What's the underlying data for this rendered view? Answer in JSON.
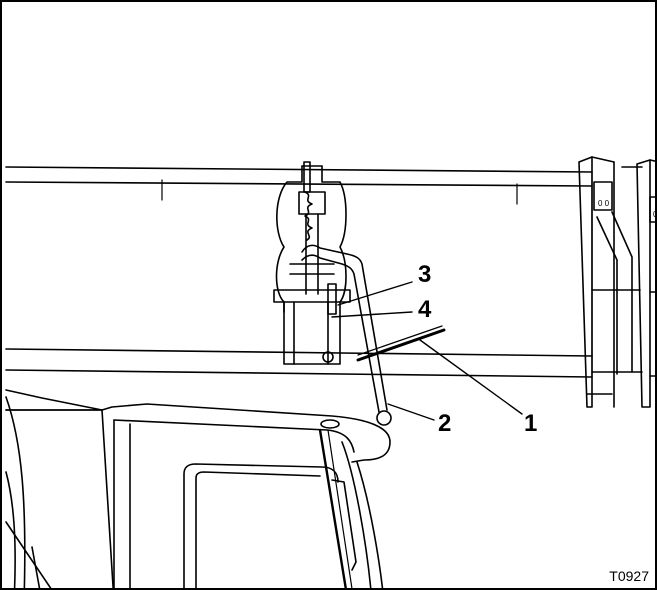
{
  "figure": {
    "code": "T0927",
    "callouts": [
      {
        "id": "c1",
        "text": "1"
      },
      {
        "id": "c2",
        "text": "2"
      },
      {
        "id": "c3",
        "text": "3"
      },
      {
        "id": "c4",
        "text": "4"
      }
    ]
  }
}
